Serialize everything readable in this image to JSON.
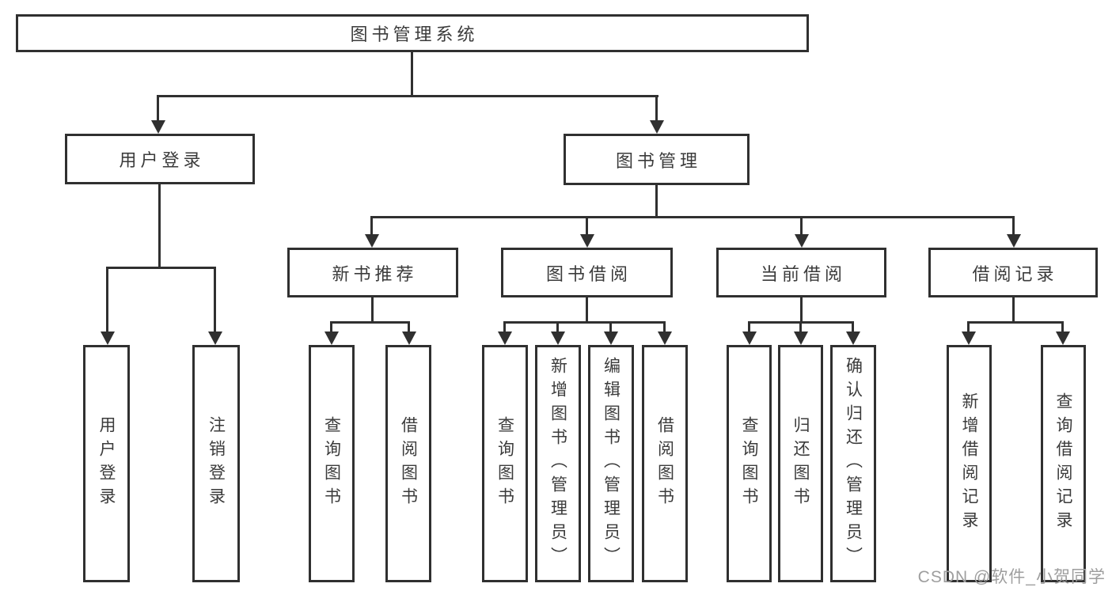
{
  "diagram_type": "hierarchy-tree",
  "tree": {
    "label": "图书管理系统",
    "children": [
      {
        "label": "用户登录",
        "children": [
          {
            "label": "用户登录"
          },
          {
            "label": "注销登录"
          }
        ]
      },
      {
        "label": "图书管理",
        "children": [
          {
            "label": "新书推荐",
            "children": [
              {
                "label": "查询图书"
              },
              {
                "label": "借阅图书"
              }
            ]
          },
          {
            "label": "图书借阅",
            "children": [
              {
                "label": "查询图书"
              },
              {
                "label": "新增图书（管理员）"
              },
              {
                "label": "编辑图书（管理员）"
              },
              {
                "label": "借阅图书"
              }
            ]
          },
          {
            "label": "当前借阅",
            "children": [
              {
                "label": "查询图书"
              },
              {
                "label": "归还图书"
              },
              {
                "label": "确认归还（管理员）"
              }
            ]
          },
          {
            "label": "借阅记录",
            "children": [
              {
                "label": "新增借阅记录"
              },
              {
                "label": "查询借阅记录"
              }
            ]
          }
        ]
      }
    ]
  },
  "watermark": {
    "text": "CSDN @软件_小贺同学"
  },
  "colors": {
    "line": "#303030",
    "text": "#3b3b3b",
    "box_fill": "#ffffff",
    "background": "#ffffff",
    "watermark": "#9e9e9e"
  }
}
